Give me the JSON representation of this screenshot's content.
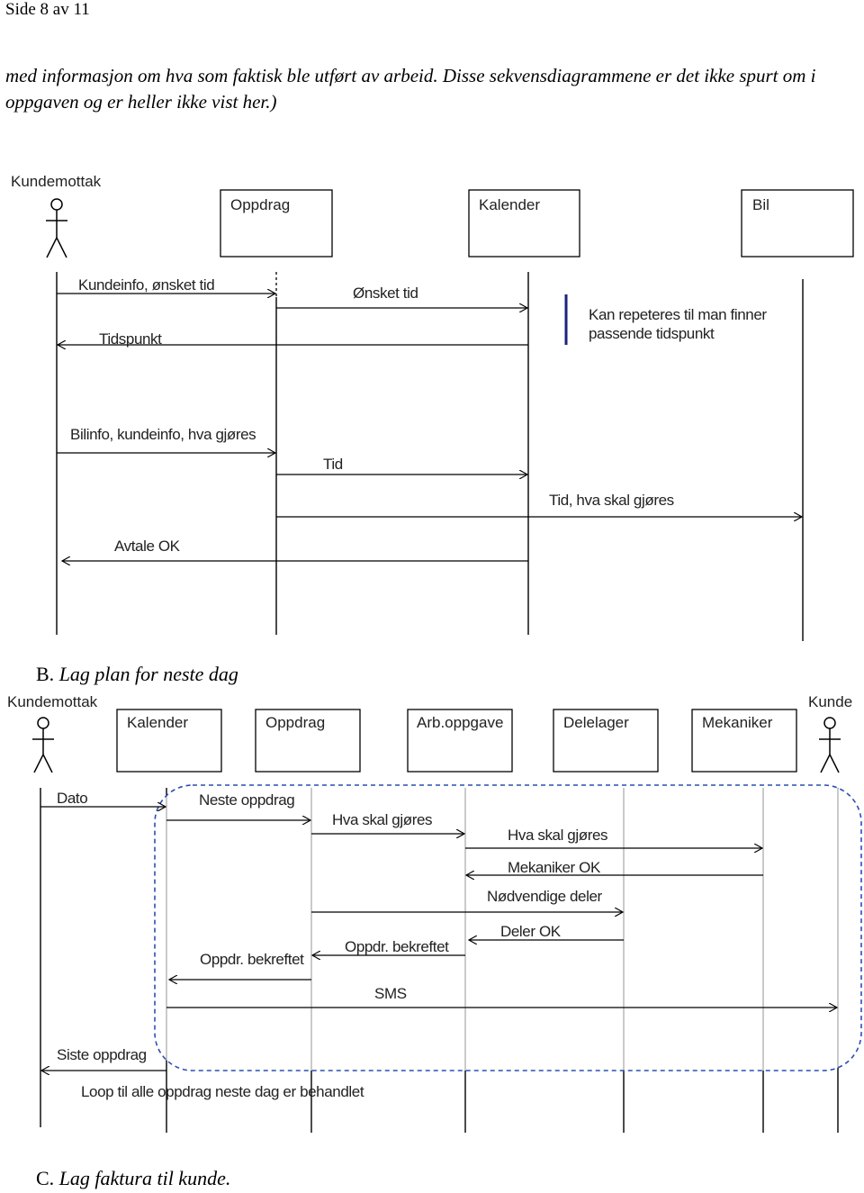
{
  "page_header": "Side 8 av 11",
  "intro_text": "med informasjon om hva som faktisk ble utført av arbeid. Disse sekvensdiagrammene er det ikke spurt om i oppgaven og er heller ikke vist her.)",
  "diagram_a": {
    "actor": "Kundemottak",
    "objects": [
      "Oppdrag",
      "Kalender",
      "Bil"
    ],
    "messages": {
      "m1": "Kundeinfo, ønsket tid",
      "m2": "Ønsket tid",
      "m3": "Tidspunkt",
      "m4": "Bilinfo, kundeinfo, hva gjøres",
      "m5": "Tid",
      "m6": "Tid, hva skal gjøres",
      "m7": "Avtale OK"
    },
    "note_line1": "Kan repeteres til man finner",
    "note_line2": "passende tidspunkt"
  },
  "section_b": {
    "letter": "B.",
    "title": "Lag plan for neste dag"
  },
  "diagram_b": {
    "actor_left": "Kundemottak",
    "actor_right": "Kunde",
    "objects": [
      "Kalender",
      "Oppdrag",
      "Arb.oppgave",
      "Delelager",
      "Mekaniker"
    ],
    "messages": {
      "m1": "Dato",
      "m2": "Neste oppdrag",
      "m3": "Hva  skal gjøres",
      "m4": "Hva  skal gjøres",
      "m5": "Mekaniker OK",
      "m6": "Nødvendige deler",
      "m7": "Deler OK",
      "m8": "Oppdr. bekreftet",
      "m9": "Oppdr. bekreftet",
      "m10": "SMS",
      "m11": "Siste oppdrag"
    },
    "loop_label": "Loop til alle oppdrag neste dag er behandlet"
  },
  "section_c": {
    "letter": "C.",
    "title": "Lag faktura til kunde."
  },
  "colors": {
    "line": "#000000",
    "note_bar": "#1a237e",
    "loop_border": "#2a4fb0"
  }
}
